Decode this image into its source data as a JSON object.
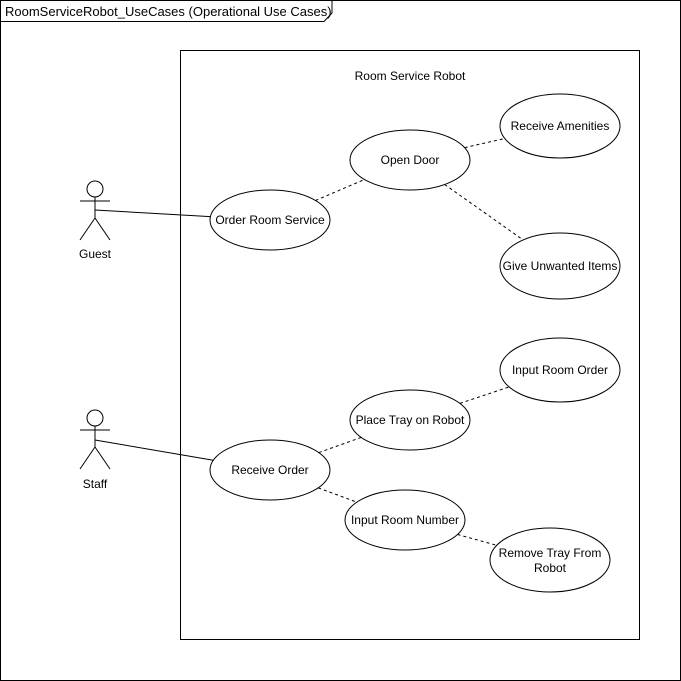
{
  "frame": {
    "title": "RoomServiceRobot_UseCases (Operational Use Cases)"
  },
  "system": {
    "title": "Room Service Robot"
  },
  "actors": [
    {
      "id": "guest",
      "label": "Guest"
    },
    {
      "id": "staff",
      "label": "Staff"
    }
  ],
  "use_cases": [
    {
      "id": "order-room-service",
      "lines": [
        "Order Room Service"
      ]
    },
    {
      "id": "open-door",
      "lines": [
        "Open Door"
      ]
    },
    {
      "id": "receive-amenities",
      "lines": [
        "Receive Amenities"
      ]
    },
    {
      "id": "give-unwanted-items",
      "lines": [
        "Give Unwanted Items"
      ]
    },
    {
      "id": "receive-order",
      "lines": [
        "Receive Order"
      ]
    },
    {
      "id": "place-tray-on-robot",
      "lines": [
        "Place Tray on Robot"
      ]
    },
    {
      "id": "input-room-order",
      "lines": [
        "Input Room Order"
      ]
    },
    {
      "id": "input-room-number",
      "lines": [
        "Input Room Number"
      ]
    },
    {
      "id": "remove-tray-from-robot",
      "lines": [
        "Remove Tray From",
        "Robot"
      ]
    }
  ],
  "associations": [
    {
      "from": "guest",
      "to": "order-room-service"
    },
    {
      "from": "staff",
      "to": "receive-order"
    }
  ],
  "dependencies": [
    {
      "from": "order-room-service",
      "to": "open-door"
    },
    {
      "from": "open-door",
      "to": "receive-amenities"
    },
    {
      "from": "open-door",
      "to": "give-unwanted-items"
    },
    {
      "from": "receive-order",
      "to": "place-tray-on-robot"
    },
    {
      "from": "receive-order",
      "to": "input-room-number"
    },
    {
      "from": "place-tray-on-robot",
      "to": "input-room-order"
    },
    {
      "from": "input-room-number",
      "to": "remove-tray-from-robot"
    }
  ]
}
